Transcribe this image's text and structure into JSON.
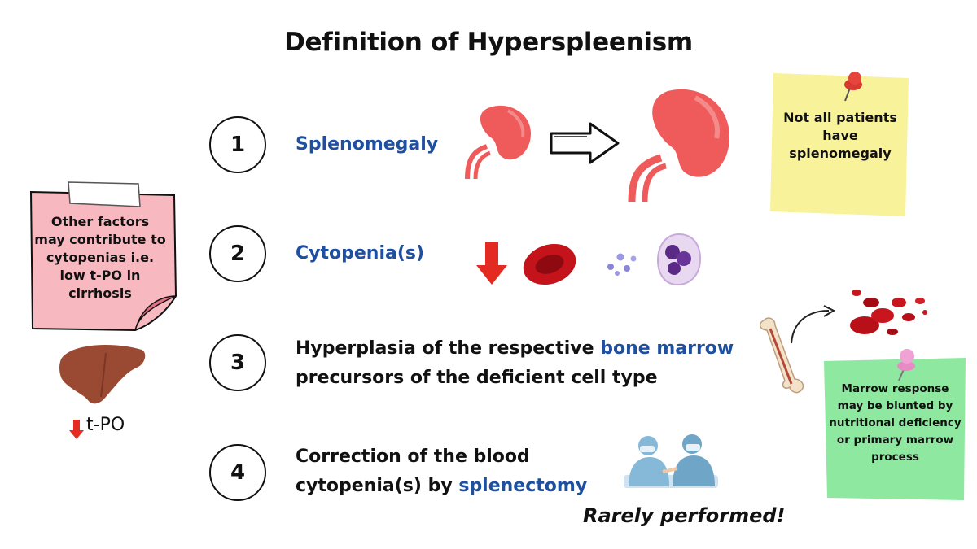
{
  "title": "Definition of Hyperspleenism",
  "steps": [
    {
      "number": "1",
      "text": "Splenomegaly"
    },
    {
      "number": "2",
      "text": "Cytopenia(s)"
    },
    {
      "number": "3",
      "text_line1_a": "Hyperplasia of the respective ",
      "text_line1_b": "bone marrow",
      "text_line2": "precursors of the deficient cell type"
    },
    {
      "number": "4",
      "text_line1": "Correction of the blood",
      "text_line2_a": "cytopenia(s) by ",
      "text_line2_b": "splenectomy"
    }
  ],
  "notes": {
    "yellow": "Not all patients have splenomegaly",
    "pink": "Other factors may contribute to cytopenias i.e. low t-PO in cirrhosis",
    "green": "Marrow response may be blunted by nutritional deficiency or  primary marrow process",
    "rarely": "Rarely performed!",
    "tpo": "t-PO"
  },
  "icons": {
    "spleen": "spleen-icon",
    "arrow": "hollow-arrow-icon",
    "down_arrow": "red-down-arrow-icon",
    "rbc": "red-blood-cell-icon",
    "platelets": "platelets-icon",
    "wbc": "white-blood-cell-icon",
    "bone": "bone-icon",
    "liver": "liver-icon",
    "surgeons": "surgeons-icon",
    "pin": "push-pin-icon"
  },
  "colors": {
    "accent_blue": "#1f4fa0",
    "spleen_red": "#ef5b5b",
    "note_yellow": "#f8f29a",
    "note_pink": "#f7b8bf",
    "note_green": "#8fe8a0"
  }
}
